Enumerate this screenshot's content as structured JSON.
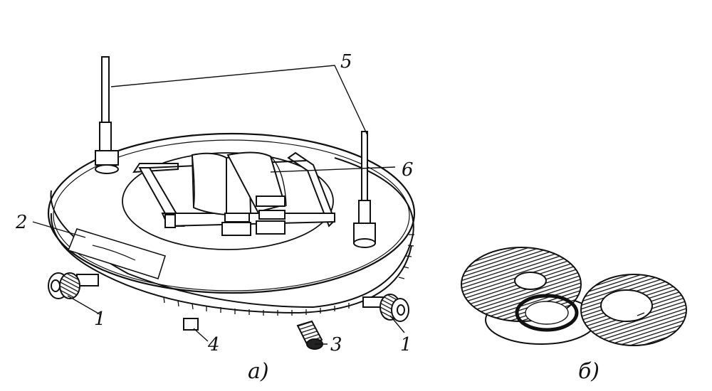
{
  "figure": {
    "labels": {
      "l1a": "1",
      "l1b": "1",
      "l2": "2",
      "l3": "3",
      "l4": "4",
      "l5": "5",
      "l6": "6"
    },
    "captions": {
      "a": "а)",
      "b": "б)"
    }
  }
}
